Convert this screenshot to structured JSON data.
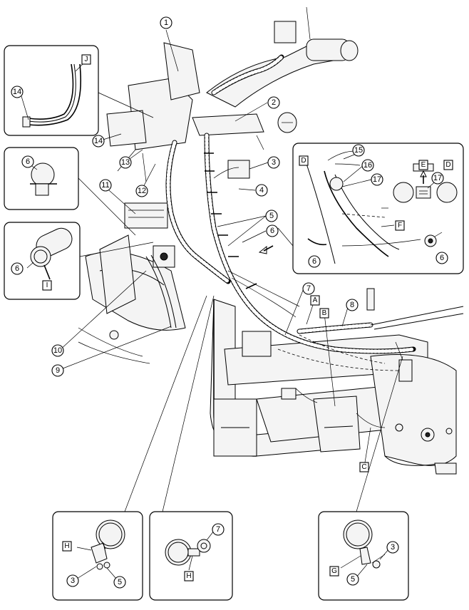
{
  "callouts": {
    "c1": "1",
    "c2": "2",
    "c3": "3",
    "c4": "4",
    "c5": "5",
    "c6": "6",
    "c7": "7",
    "c8": "8",
    "c9": "9",
    "c10": "10",
    "c11": "11",
    "c12": "12",
    "c13": "13",
    "c14": "14",
    "c15": "15",
    "c16": "16",
    "c17": "17"
  },
  "inset_callouts": {
    "j14": "14",
    "d6": "6",
    "i6": "6",
    "rd15": "15",
    "rd16": "16",
    "rd17": "17",
    "re17": "17",
    "rd6a": "6",
    "rd6b": "6",
    "bh3": "3",
    "bh5": "5",
    "bm7": "7",
    "br3": "3",
    "br5": "5"
  },
  "letters": {
    "A": "A",
    "B": "B",
    "C": "C",
    "D": "D",
    "E": "E",
    "F": "F",
    "G": "G",
    "H": "H",
    "I": "I",
    "J": "J"
  },
  "inset_letters": {
    "rD": "D",
    "rE": "E",
    "rD2": "D",
    "rF": "F",
    "bH": "H",
    "bmH": "H",
    "bG": "G"
  }
}
